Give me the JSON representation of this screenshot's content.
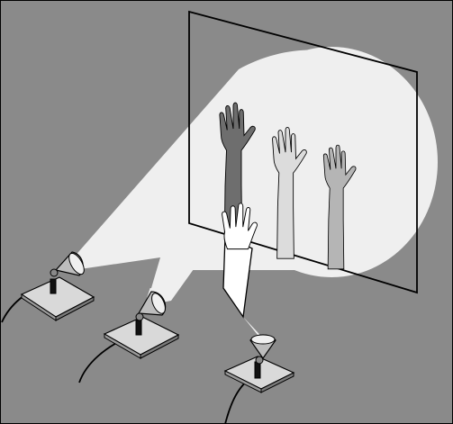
{
  "scene": {
    "description_items": [
      "gray-wall",
      "screen",
      "light-beam",
      "three-hand-shadows",
      "white-hand",
      "three-lamps"
    ],
    "colors": {
      "wall": "#8a8a8a",
      "light": "#efefef",
      "frame": "#000000",
      "shadow_dark": "#6e6e6e",
      "shadow_mid": "#bdbdbd",
      "shadow_light": "#a7a7a7",
      "hand": "#ffffff",
      "lamp_base": "#d9d9d9",
      "lamp_shade": "#bdbdbd",
      "cord": "#000000"
    }
  }
}
